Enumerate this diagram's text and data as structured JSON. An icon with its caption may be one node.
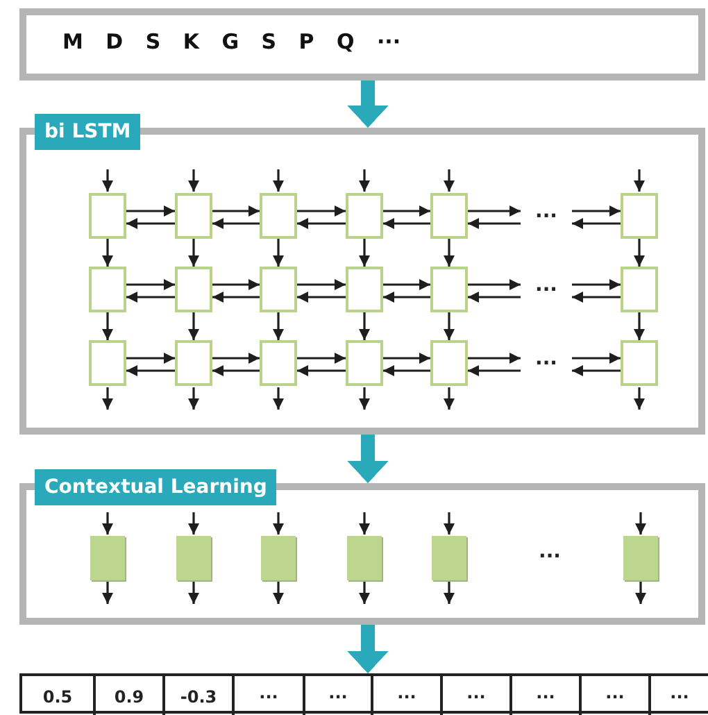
{
  "diagram": {
    "nodes": [
      {
        "text": [
          "M D S K G S P Q ···"
        ]
      },
      {
        "text": [
          "bi LSTM"
        ]
      },
      {
        "text": [],
        "shape": "box",
        "in": 1
      },
      {
        "text": [],
        "shape": "box",
        "in": 1
      },
      {
        "text": [],
        "shape": "box",
        "in": 1
      },
      {
        "text": [],
        "shape": "box",
        "in": 1
      },
      {
        "text": [],
        "shape": "box",
        "in": 1
      },
      {
        "text": [
          "···"
        ],
        "in": 1
      },
      {
        "text": [],
        "shape": "box",
        "in": 1
      },
      {
        "text": [],
        "shape": "box",
        "in": 1
      },
      {
        "text": [],
        "shape": "box",
        "in": 1
      },
      {
        "text": [],
        "shape": "box",
        "in": 1
      },
      {
        "text": [],
        "shape": "box",
        "in": 1
      },
      {
        "text": [],
        "shape": "box",
        "in": 1
      },
      {
        "text": [
          "···"
        ],
        "in": 1
      },
      {
        "text": [],
        "shape": "box",
        "in": 1
      },
      {
        "text": [],
        "shape": "box",
        "in": 1
      },
      {
        "text": [],
        "shape": "box",
        "in": 1
      },
      {
        "text": [],
        "shape": "box",
        "in": 1
      },
      {
        "text": [],
        "shape": "box",
        "in": 1
      },
      {
        "text": [],
        "shape": "box",
        "in": 1
      },
      {
        "text": [
          "···"
        ],
        "in": 1
      },
      {
        "text": [],
        "shape": "box",
        "in": 1
      },
      {
        "text": [
          "Contextual Learning"
        ]
      },
      {
        "text": [],
        "shape": "box",
        "in": 23
      },
      {
        "text": [],
        "shape": "box",
        "in": 23
      },
      {
        "text": [],
        "shape": "box",
        "in": 23
      },
      {
        "text": [],
        "shape": "box",
        "in": 23
      },
      {
        "text": [],
        "shape": "box",
        "in": 23
      },
      {
        "text": [],
        "shape": "box",
        "in": 23
      },
      {
        "text": [],
        "shape": "box"
      },
      {
        "text": [
          "0.5"
        ],
        "in": 30
      },
      {
        "text": [
          "0.9"
        ],
        "in": 30
      },
      {
        "text": [
          "-0.3"
        ],
        "in": 30
      },
      {
        "text": [
          "···"
        ],
        "in": 30
      },
      {
        "text": [
          "···"
        ],
        "in": 30
      },
      {
        "text": [
          "···"
        ],
        "in": 30
      },
      {
        "text": [
          "···"
        ],
        "in": 30
      },
      {
        "text": [
          "···"
        ],
        "in": 30
      },
      {
        "text": [
          "···"
        ],
        "in": 30
      },
      {
        "text": [
          "···"
        ],
        "in": 30
      }
    ],
    "edges": [
      {
        "from": 0,
        "to": 1,
        "arrow": "to",
        "style": "thick",
        "color": "#29a9b9"
      },
      {
        "from": null,
        "to": 2,
        "arrow": "to"
      },
      {
        "from": null,
        "to": 3,
        "arrow": "to"
      },
      {
        "from": null,
        "to": 4,
        "arrow": "to"
      },
      {
        "from": null,
        "to": 5,
        "arrow": "to"
      },
      {
        "from": null,
        "to": 6,
        "arrow": "to"
      },
      {
        "from": null,
        "to": 8,
        "arrow": "to"
      },
      {
        "from": 2,
        "to": 3,
        "arrow": "to"
      },
      {
        "from": 3,
        "to": 2,
        "arrow": "to"
      },
      {
        "from": 3,
        "to": 4,
        "arrow": "to"
      },
      {
        "from": 4,
        "to": 3,
        "arrow": "to"
      },
      {
        "from": 4,
        "to": 5,
        "arrow": "to"
      },
      {
        "from": 5,
        "to": 4,
        "arrow": "to"
      },
      {
        "from": 5,
        "to": 6,
        "arrow": "to"
      },
      {
        "from": 6,
        "to": 5,
        "arrow": "to"
      },
      {
        "from": 6,
        "to": 7,
        "arrow": "to"
      },
      {
        "from": 7,
        "to": 6,
        "arrow": "to"
      },
      {
        "from": 7,
        "to": 8,
        "arrow": "to"
      },
      {
        "from": 8,
        "to": 7,
        "arrow": "to"
      },
      {
        "from": 2,
        "to": 9,
        "arrow": "to"
      },
      {
        "from": 3,
        "to": 10,
        "arrow": "to"
      },
      {
        "from": 4,
        "to": 11,
        "arrow": "to"
      },
      {
        "from": 5,
        "to": 12,
        "arrow": "to"
      },
      {
        "from": 6,
        "to": 13,
        "arrow": "to"
      },
      {
        "from": 8,
        "to": 15,
        "arrow": "to"
      },
      {
        "from": 9,
        "to": 10,
        "arrow": "to"
      },
      {
        "from": 10,
        "to": 9,
        "arrow": "to"
      },
      {
        "from": 10,
        "to": 11,
        "arrow": "to"
      },
      {
        "from": 11,
        "to": 10,
        "arrow": "to"
      },
      {
        "from": 11,
        "to": 12,
        "arrow": "to"
      },
      {
        "from": 12,
        "to": 11,
        "arrow": "to"
      },
      {
        "from": 12,
        "to": 13,
        "arrow": "to"
      },
      {
        "from": 13,
        "to": 12,
        "arrow": "to"
      },
      {
        "from": 13,
        "to": 14,
        "arrow": "to"
      },
      {
        "from": 14,
        "to": 13,
        "arrow": "to"
      },
      {
        "from": 14,
        "to": 15,
        "arrow": "to"
      },
      {
        "from": 15,
        "to": 14,
        "arrow": "to"
      },
      {
        "from": 9,
        "to": 16,
        "arrow": "to"
      },
      {
        "from": 10,
        "to": 17,
        "arrow": "to"
      },
      {
        "from": 11,
        "to": 18,
        "arrow": "to"
      },
      {
        "from": 12,
        "to": 19,
        "arrow": "to"
      },
      {
        "from": 13,
        "to": 20,
        "arrow": "to"
      },
      {
        "from": 15,
        "to": 22,
        "arrow": "to"
      },
      {
        "from": 16,
        "to": 17,
        "arrow": "to"
      },
      {
        "from": 17,
        "to": 16,
        "arrow": "to"
      },
      {
        "from": 17,
        "to": 18,
        "arrow": "to"
      },
      {
        "from": 18,
        "to": 17,
        "arrow": "to"
      },
      {
        "from": 18,
        "to": 19,
        "arrow": "to"
      },
      {
        "from": 19,
        "to": 18,
        "arrow": "to"
      },
      {
        "from": 19,
        "to": 20,
        "arrow": "to"
      },
      {
        "from": 20,
        "to": 19,
        "arrow": "to"
      },
      {
        "from": 20,
        "to": 21,
        "arrow": "to"
      },
      {
        "from": 21,
        "to": 20,
        "arrow": "to"
      },
      {
        "from": 21,
        "to": 22,
        "arrow": "to"
      },
      {
        "from": 22,
        "to": 21,
        "arrow": "to"
      },
      {
        "from": 16,
        "to": null,
        "arrow": "to"
      },
      {
        "from": 17,
        "to": null,
        "arrow": "to"
      },
      {
        "from": 18,
        "to": null,
        "arrow": "to"
      },
      {
        "from": 19,
        "to": null,
        "arrow": "to"
      },
      {
        "from": 20,
        "to": null,
        "arrow": "to"
      },
      {
        "from": 22,
        "to": null,
        "arrow": "to"
      },
      {
        "from": 1,
        "to": 23,
        "arrow": "to",
        "style": "thick",
        "color": "#29a9b9"
      },
      {
        "from": null,
        "to": 24,
        "arrow": "to"
      },
      {
        "from": 24,
        "to": null,
        "arrow": "to"
      },
      {
        "from": null,
        "to": 25,
        "arrow": "to"
      },
      {
        "from": 25,
        "to": null,
        "arrow": "to"
      },
      {
        "from": null,
        "to": 26,
        "arrow": "to"
      },
      {
        "from": 26,
        "to": null,
        "arrow": "to"
      },
      {
        "from": null,
        "to": 27,
        "arrow": "to"
      },
      {
        "from": 27,
        "to": null,
        "arrow": "to"
      },
      {
        "from": null,
        "to": 28,
        "arrow": "to"
      },
      {
        "from": 28,
        "to": null,
        "arrow": "to"
      },
      {
        "from": null,
        "to": 29,
        "arrow": "to"
      },
      {
        "from": 29,
        "to": null,
        "arrow": "to"
      },
      {
        "from": 23,
        "to": 30,
        "arrow": "to",
        "style": "thick",
        "color": "#29a9b9"
      }
    ],
    "labels": [
      "···"
    ]
  }
}
